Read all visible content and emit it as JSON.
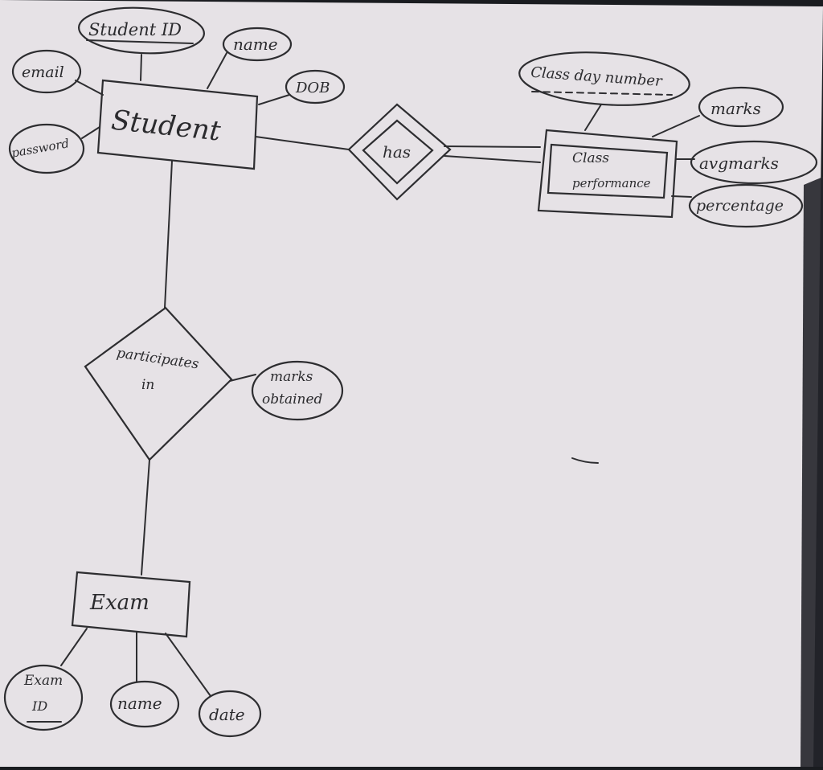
{
  "colors": {
    "paper": "#e6e2e6",
    "ink": "#2d2d30",
    "background": "#1a1c20"
  },
  "entities": {
    "student": "Student",
    "class_performance_line1": "Class",
    "class_performance_line2": "performance",
    "exam": "Exam"
  },
  "relationships": {
    "has": "has",
    "participates_line1": "participates",
    "participates_line2": "in"
  },
  "student_attributes": {
    "student_id": "Student ID",
    "name": "name",
    "email": "email",
    "dob": "DOB",
    "password": "password"
  },
  "class_attributes": {
    "class_day_number": "Class day number",
    "marks": "marks",
    "avgmarks": "avgmarks",
    "percentage": "percentage"
  },
  "relationship_attributes": {
    "marks_obtained_line1": "marks",
    "marks_obtained_line2": "obtained"
  },
  "exam_attributes": {
    "exam_id_line1": "Exam",
    "exam_id_line2": "ID",
    "name": "name",
    "date": "date"
  }
}
